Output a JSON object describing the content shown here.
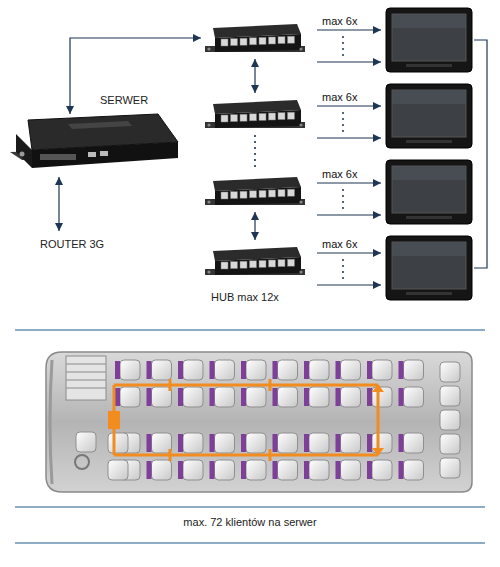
{
  "diagram": {
    "caption": "max. 72 klientów na serwer",
    "nodes": [
      {
        "text": [
          "SERWER"
        ]
      },
      {
        "text": [
          "ROUTER 3G"
        ]
      },
      {
        "text": []
      },
      {
        "text": []
      },
      {
        "text": []
      },
      {
        "text": [
          "HUB max 12x"
        ]
      },
      {
        "text": []
      },
      {
        "text": []
      },
      {
        "text": []
      },
      {
        "text": []
      }
    ],
    "edges": [
      {
        "from": 0,
        "to": 1,
        "arrow": "both"
      },
      {
        "from": 0,
        "to": 2,
        "arrow": "both"
      },
      {
        "from": 2,
        "to": 3,
        "arrow": "both"
      },
      {
        "from": 3,
        "to": 4,
        "arrow": "none"
      },
      {
        "from": 4,
        "to": 5,
        "arrow": "both"
      },
      {
        "from": 2,
        "to": 6,
        "label": "max 6x",
        "arrow": "to"
      },
      {
        "from": 2,
        "to": 6,
        "arrow": "to"
      },
      {
        "from": 3,
        "to": 7,
        "label": "max 6x",
        "arrow": "to"
      },
      {
        "from": 3,
        "to": 7,
        "arrow": "to"
      },
      {
        "from": 4,
        "to": 8,
        "label": "max 6x",
        "arrow": "to"
      },
      {
        "from": 4,
        "to": 8,
        "arrow": "to"
      },
      {
        "from": 5,
        "to": 9,
        "label": "max 6x",
        "arrow": "to"
      },
      {
        "from": 5,
        "to": 9,
        "arrow": "to"
      }
    ]
  }
}
